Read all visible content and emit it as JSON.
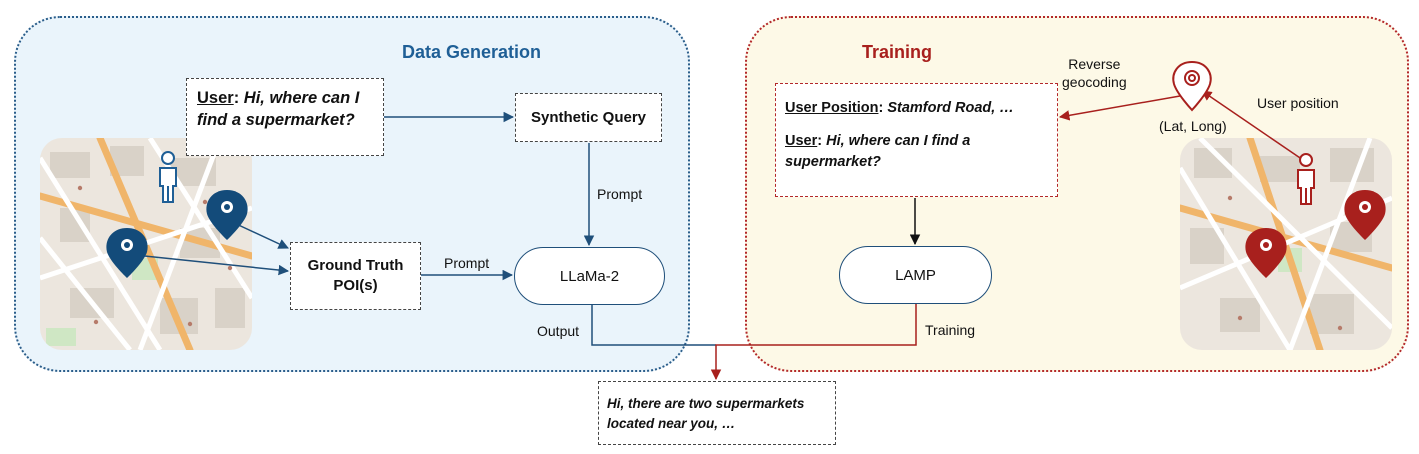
{
  "regions": {
    "generation_title": "Data Generation",
    "training_title": "Training"
  },
  "user_query": {
    "speaker": "User",
    "separator": ":",
    "text": " Hi, where can I find a supermarket?"
  },
  "synthetic_query": "Synthetic Query",
  "ground_truth": {
    "line1": "Ground Truth",
    "line2": "POI(s)"
  },
  "llama": "LLaMa-2",
  "lamp": "LAMP",
  "training_input": {
    "position_label": "User Position",
    "position_value": " Stamford Road, …",
    "user_label": "User",
    "user_text": " Hi, where can I find a supermarket?"
  },
  "response": "Hi, there are two supermarkets located near you,  …",
  "edge_labels": {
    "prompt_top": "Prompt",
    "prompt_mid": "Prompt",
    "output": "Output",
    "training": "Training",
    "reverse_line1": "Reverse",
    "reverse_line2": "geocoding",
    "lat_long": "(Lat, Long)",
    "user_position": "User position"
  },
  "colors": {
    "generation_accent": "#1f5f96",
    "training_accent": "#a8201d",
    "generation_bg": "#eaf4fb",
    "training_bg": "#fdf9e7"
  },
  "icons": [
    "map-tile",
    "location-pin-icon",
    "person-icon",
    "geocode-pin-icon"
  ]
}
